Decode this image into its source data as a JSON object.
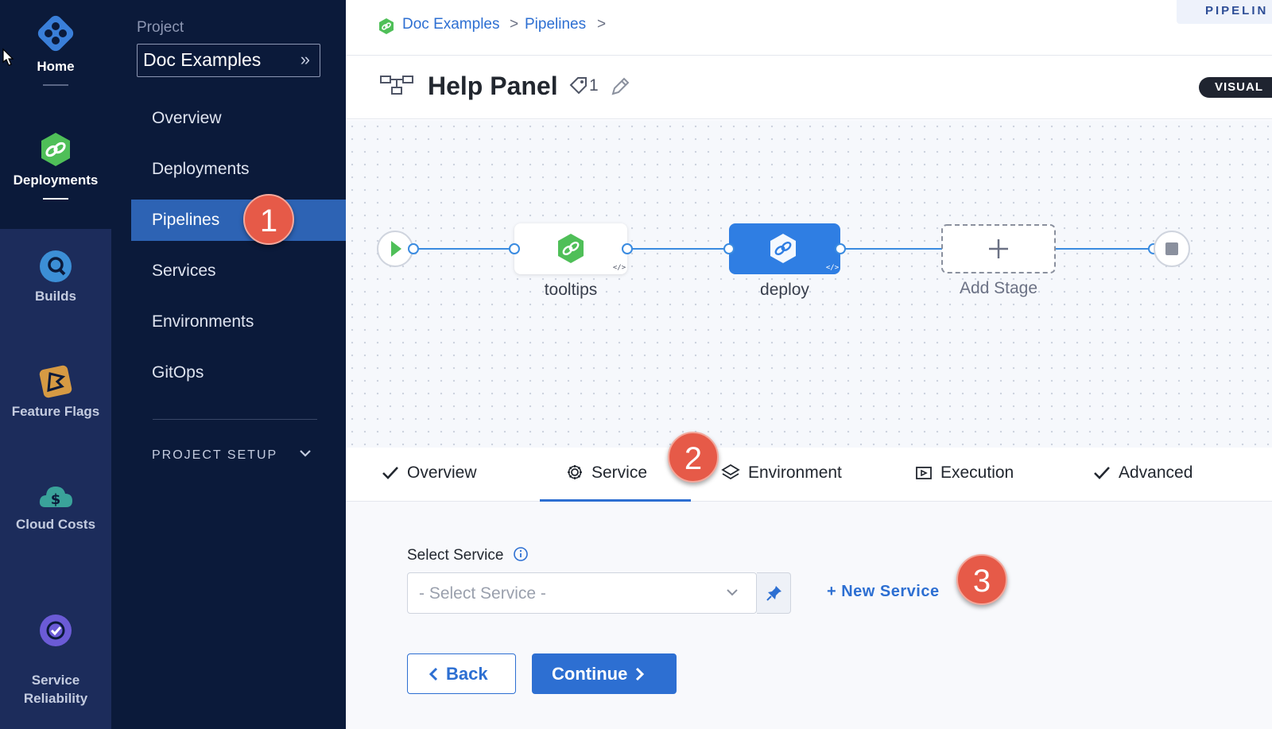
{
  "rail": {
    "items": [
      {
        "label": "Home",
        "icon": "harness-logo-icon"
      },
      {
        "label": "Deployments",
        "icon": "deployments-icon"
      },
      {
        "label": "Builds",
        "icon": "builds-icon"
      },
      {
        "label": "Feature Flags",
        "icon": "feature-flags-icon"
      },
      {
        "label": "Cloud Costs",
        "icon": "cloud-costs-icon"
      },
      {
        "label": "Service\nReliability",
        "icon": "service-reliability-icon"
      }
    ]
  },
  "project": {
    "label": "Project",
    "name": "Doc Examples",
    "nav": [
      "Overview",
      "Deployments",
      "Pipelines",
      "Services",
      "Environments",
      "GitOps"
    ],
    "active_nav": "Pipelines",
    "setup_label": "PROJECT SETUP"
  },
  "breadcrumb": {
    "items": [
      "Doc Examples",
      "Pipelines"
    ],
    "separator": ">"
  },
  "pipeline_tag": "PIPELIN",
  "pipeline": {
    "title": "Help Panel",
    "tag_count": "1",
    "view_mode": "VISUAL"
  },
  "stages": {
    "items": [
      {
        "name": "tooltips",
        "selected": false
      },
      {
        "name": "deploy",
        "selected": true
      }
    ],
    "add_label": "Add Stage"
  },
  "tabs": {
    "items": [
      "Overview",
      "Service",
      "Environment",
      "Execution",
      "Advanced"
    ],
    "active": "Service"
  },
  "form": {
    "select_label": "Select Service",
    "select_placeholder": "- Select Service -",
    "new_service": "+ New Service",
    "back": "Back",
    "continue": "Continue"
  },
  "callouts": [
    "1",
    "2",
    "3"
  ],
  "colors": {
    "accent": "#2d6fd2",
    "rail_bg": "#1c2c5b",
    "nav_bg": "#0b1a3a",
    "callout": "#e65a48",
    "stage_green": "#4fbf58"
  }
}
